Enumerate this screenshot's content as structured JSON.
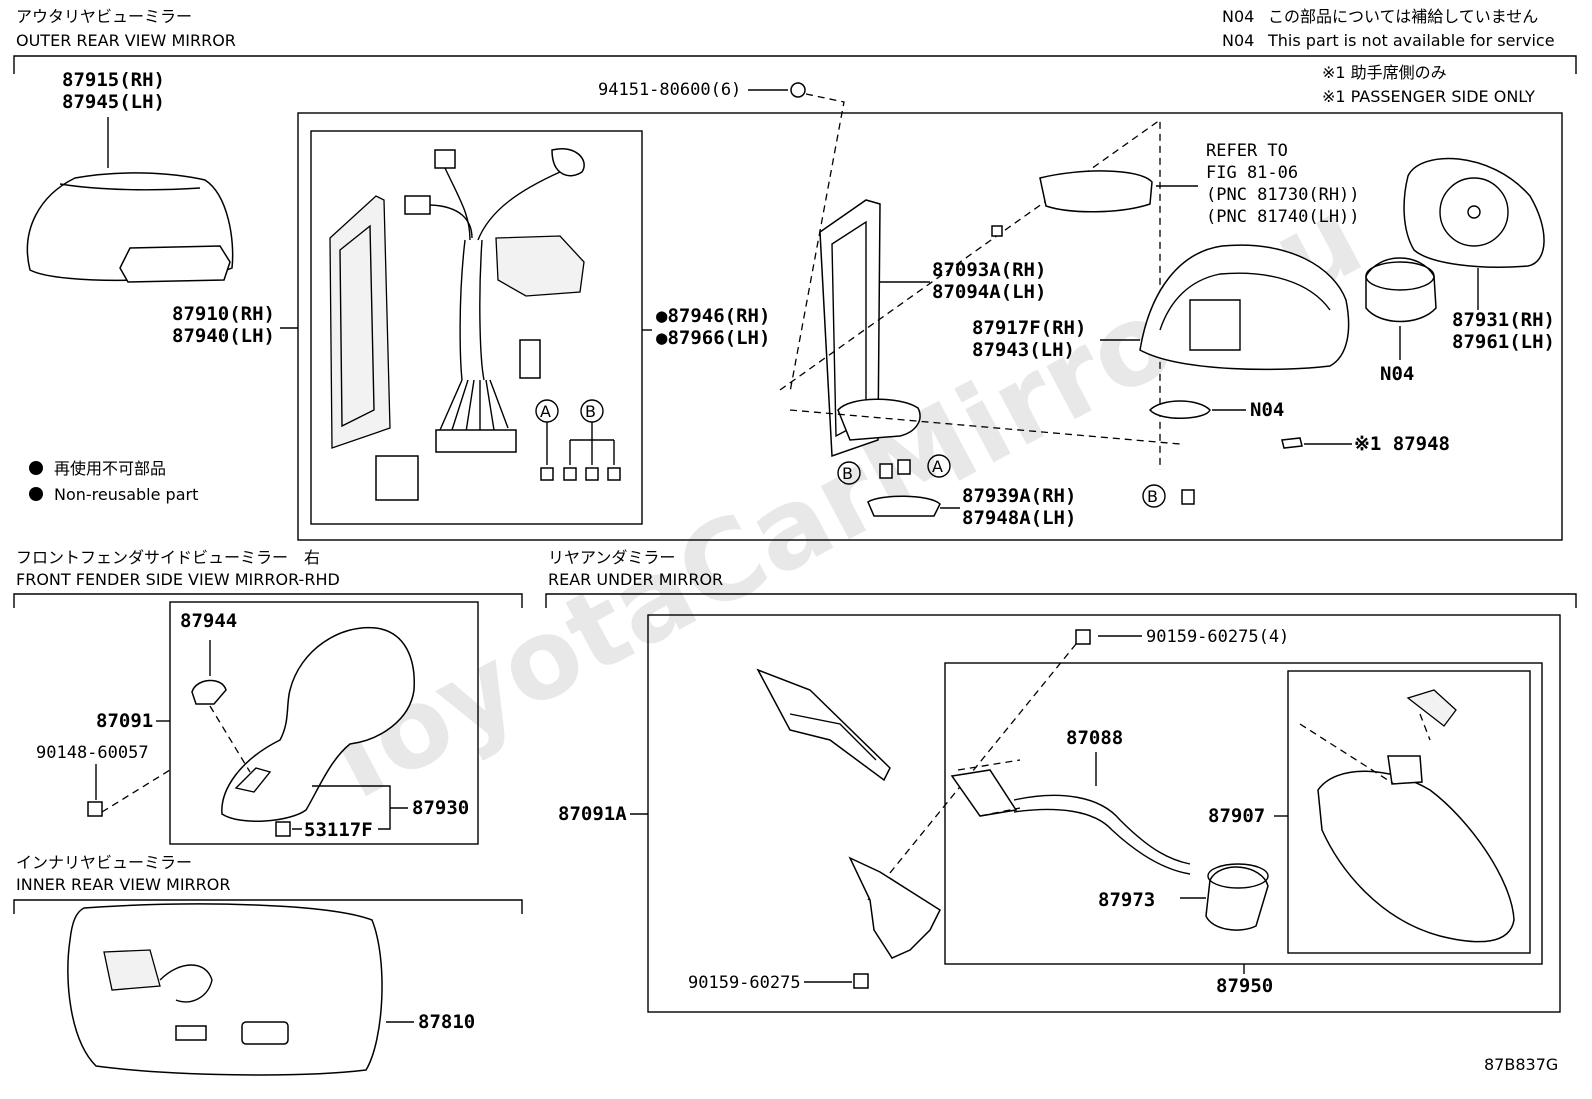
{
  "header": {
    "title_jp": "アウタリヤビューミラー",
    "title_en": "OUTER REAR VIEW MIRROR",
    "note1_code": "N04",
    "note1_jp": "この部品については補給していません",
    "note2_code": "N04",
    "note2_en": "This part is not available for service",
    "note3_jp": "※1 助手席側のみ",
    "note3_en": "※1 PASSENGER SIDE ONLY"
  },
  "watermark": "ToyotaCarMirror.ru",
  "legend": {
    "jp": "再使用不可部品",
    "en": "Non-reusable part"
  },
  "outer_labels": {
    "cover_rh": "87915(RH)",
    "cover_lh": "87945(LH)",
    "assy_rh": "87910(RH)",
    "assy_lh": "87940(LH)",
    "bolt": "94151-80600(6)",
    "refer1": "REFER TO",
    "refer2": "FIG 81-06",
    "refer3": "(PNC 81730(RH))",
    "refer4": "(PNC 81740(LH))",
    "harness_rh": "●87946(RH)",
    "harness_lh": "●87966(LH)",
    "base_rh": "87093A(RH)",
    "base_lh": "87094A(LH)",
    "housing_rh": "87917F(RH)",
    "housing_lh": "87943(LH)",
    "glass_rh": "87931(RH)",
    "glass_lh": "87961(LH)",
    "motor": "N04",
    "n04_small": "N04",
    "cover_part": "※1 87948",
    "lower_rh": "87939A(RH)",
    "lower_lh": "87948A(LH)",
    "tag_a": "A",
    "tag_b": "B"
  },
  "front_fender": {
    "title_jp": "フロントフェンダサイドビューミラー　右",
    "title_en": "FRONT FENDER SIDE VIEW MIRROR-RHD",
    "p1": "87944",
    "p2": "87091",
    "p3": "90148-60057",
    "p4": "87930",
    "p5": "53117F"
  },
  "inner": {
    "title_jp": "インナリヤビューミラー",
    "title_en": "INNER REAR VIEW MIRROR",
    "p1": "87810"
  },
  "rear_under": {
    "title_jp": "リヤアンダミラー",
    "title_en": "REAR UNDER MIRROR",
    "p1": "90159-60275(4)",
    "p2": "87088",
    "p3": "87091A",
    "p4": "87907",
    "p5": "87973",
    "p6": "90159-60275",
    "p7": "87950"
  },
  "figure_code": "87B837G"
}
